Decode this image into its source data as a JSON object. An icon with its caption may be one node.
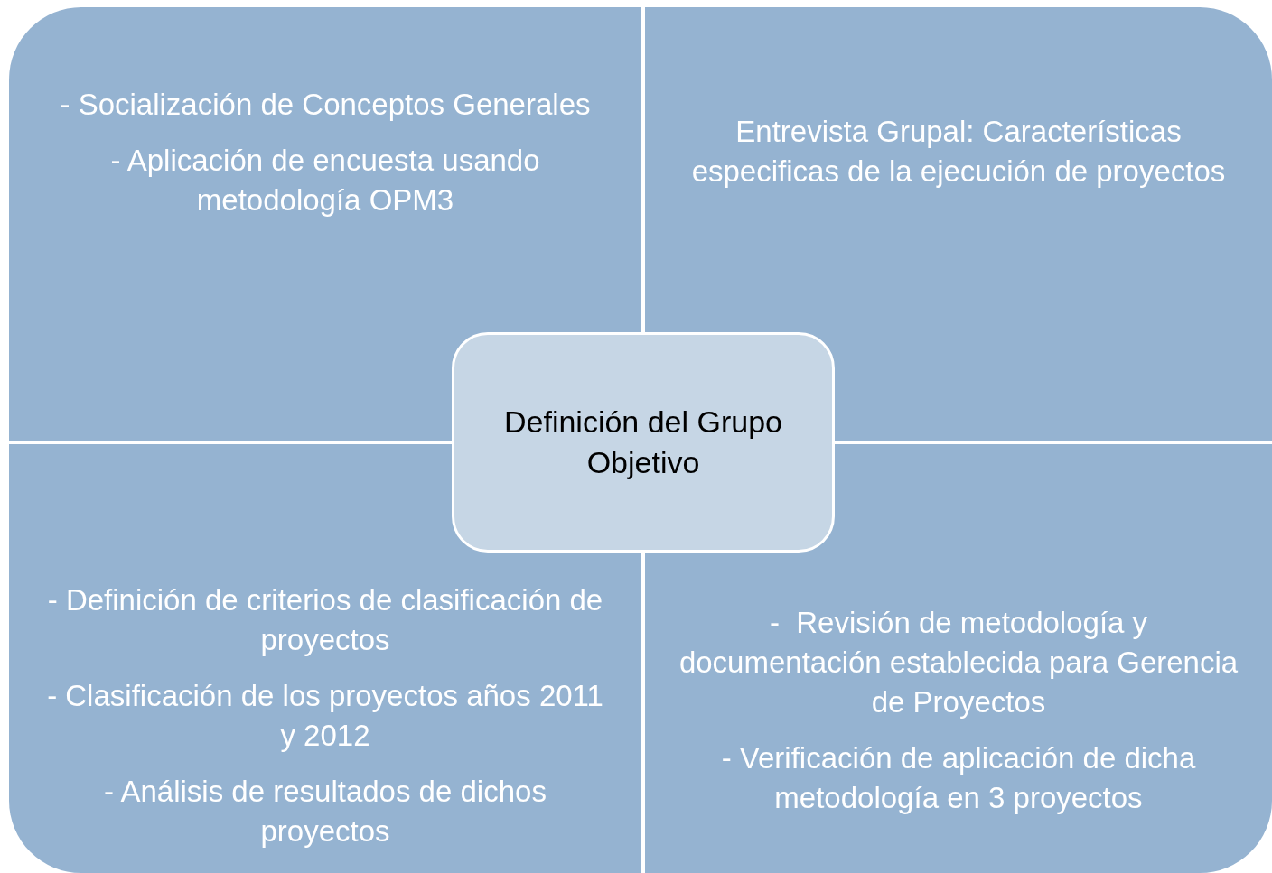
{
  "diagram": {
    "nodes": [
      {
        "text": [
          "- Socialización de Conceptos Generales",
          "- Aplicación de encuesta usando metodología OPM3"
        ]
      },
      {
        "text": [
          "Entrevista Grupal: Características especificas de la ejecución de proyectos"
        ]
      },
      {
        "text": [
          "- Definición de criterios de clasificación de proyectos",
          "- Clasificación de los proyectos años 2011 y 2012",
          "- Análisis de resultados de dichos proyectos"
        ]
      },
      {
        "text": [
          "-  Revisión de metodología y documentación establecida para Gerencia de Proyectos",
          "- Verificación de aplicación de dicha metodología en 3 proyectos"
        ]
      },
      {
        "text": [
          "Definición del Grupo Objetivo"
        ]
      }
    ]
  }
}
